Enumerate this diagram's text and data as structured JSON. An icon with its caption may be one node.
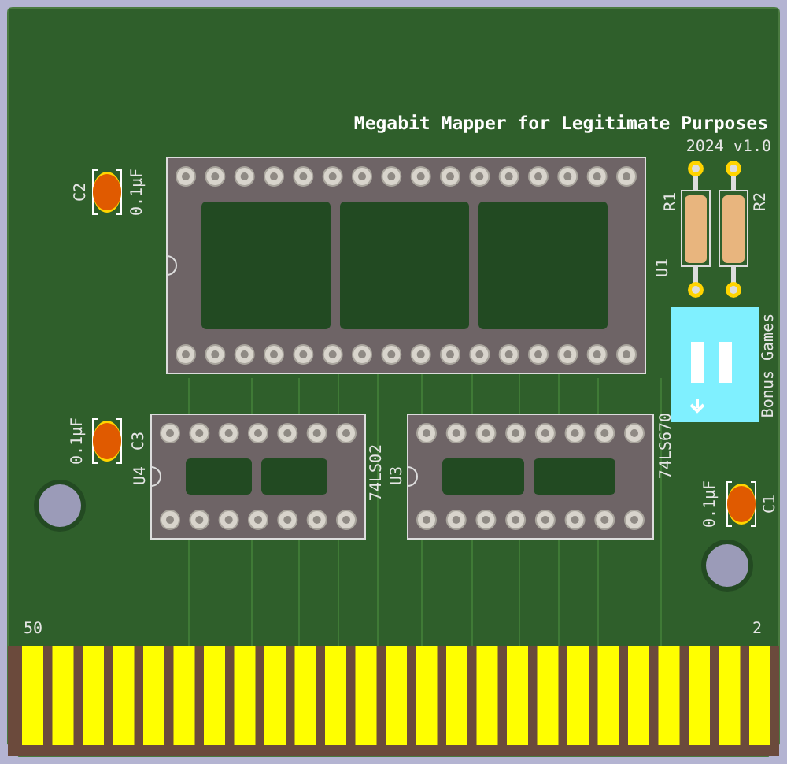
{
  "diagram": {
    "title": "Megabit Mapper for Legitimate Purposes",
    "labels": [
      "2024 v1.0",
      "C2",
      "0.1µF",
      "R1",
      "R2",
      "U1",
      "Bonus Games",
      "0.1µF",
      "C3",
      "U4",
      "74LS02",
      "U3",
      "74LS670",
      "0.1µF",
      "C1",
      "50",
      "2"
    ]
  }
}
